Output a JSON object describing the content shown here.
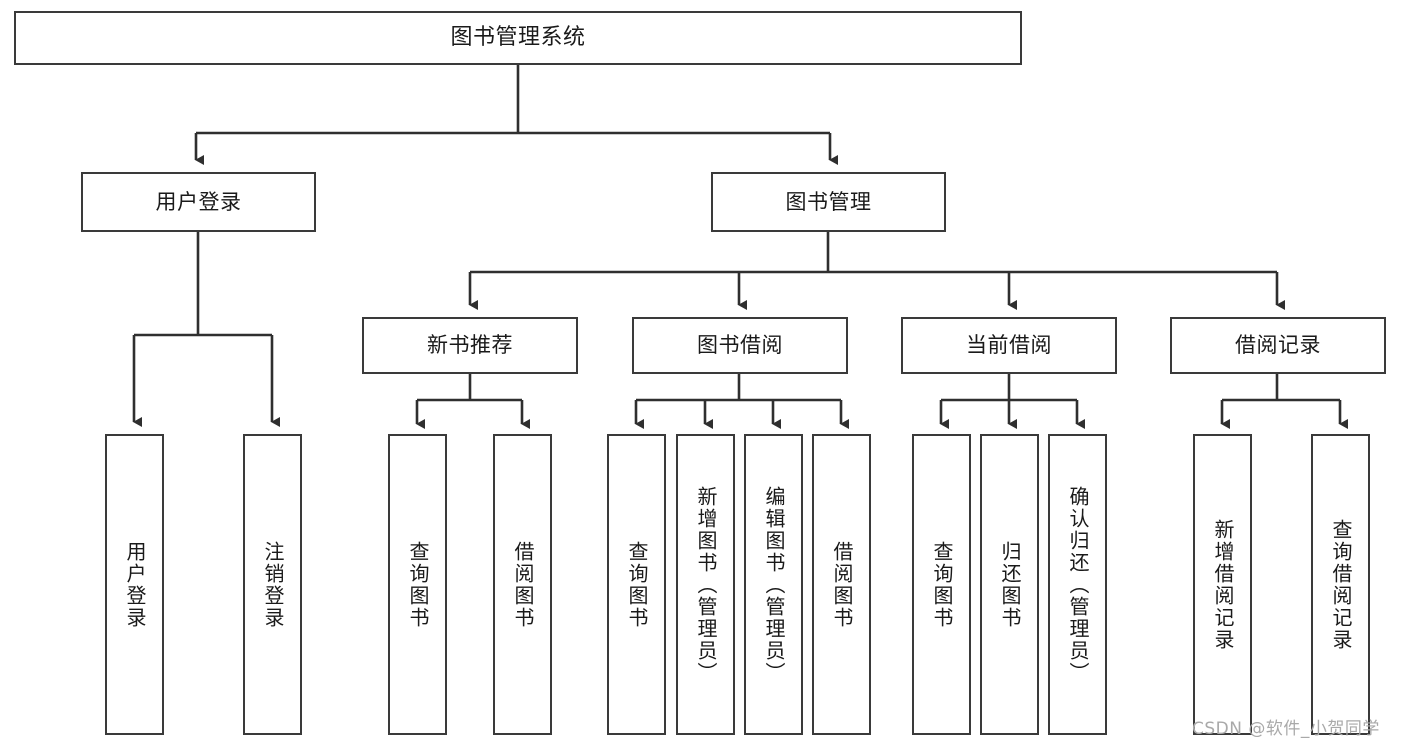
{
  "diagram": {
    "title": "图书管理系统",
    "root": {
      "label": "图书管理系统"
    },
    "level2": [
      {
        "label": "用户登录"
      },
      {
        "label": "图书管理"
      }
    ],
    "level3": [
      {
        "label": "新书推荐"
      },
      {
        "label": "图书借阅"
      },
      {
        "label": "当前借阅"
      },
      {
        "label": "借阅记录"
      }
    ],
    "leaves": {
      "user_login": [
        {
          "label": "用户登录"
        },
        {
          "label": "注销登录"
        }
      ],
      "new_book_recommend": [
        {
          "label": "查询图书"
        },
        {
          "label": "借阅图书"
        }
      ],
      "book_borrow": [
        {
          "label": "查询图书"
        },
        {
          "label": "新增图书（管理员）"
        },
        {
          "label": "编辑图书（管理员）"
        },
        {
          "label": "借阅图书"
        }
      ],
      "current_borrow": [
        {
          "label": "查询图书"
        },
        {
          "label": "归还图书"
        },
        {
          "label": "确认归还（管理员）"
        }
      ],
      "borrow_record": [
        {
          "label": "新增借阅记录"
        },
        {
          "label": "查询借阅记录"
        }
      ]
    }
  },
  "watermark": {
    "text": "CSDN @软件_小贺同学"
  },
  "colors": {
    "border": "#3a3a3a",
    "background": "#ffffff",
    "text": "#1a1a1a",
    "watermark": "#a9a9a9"
  }
}
